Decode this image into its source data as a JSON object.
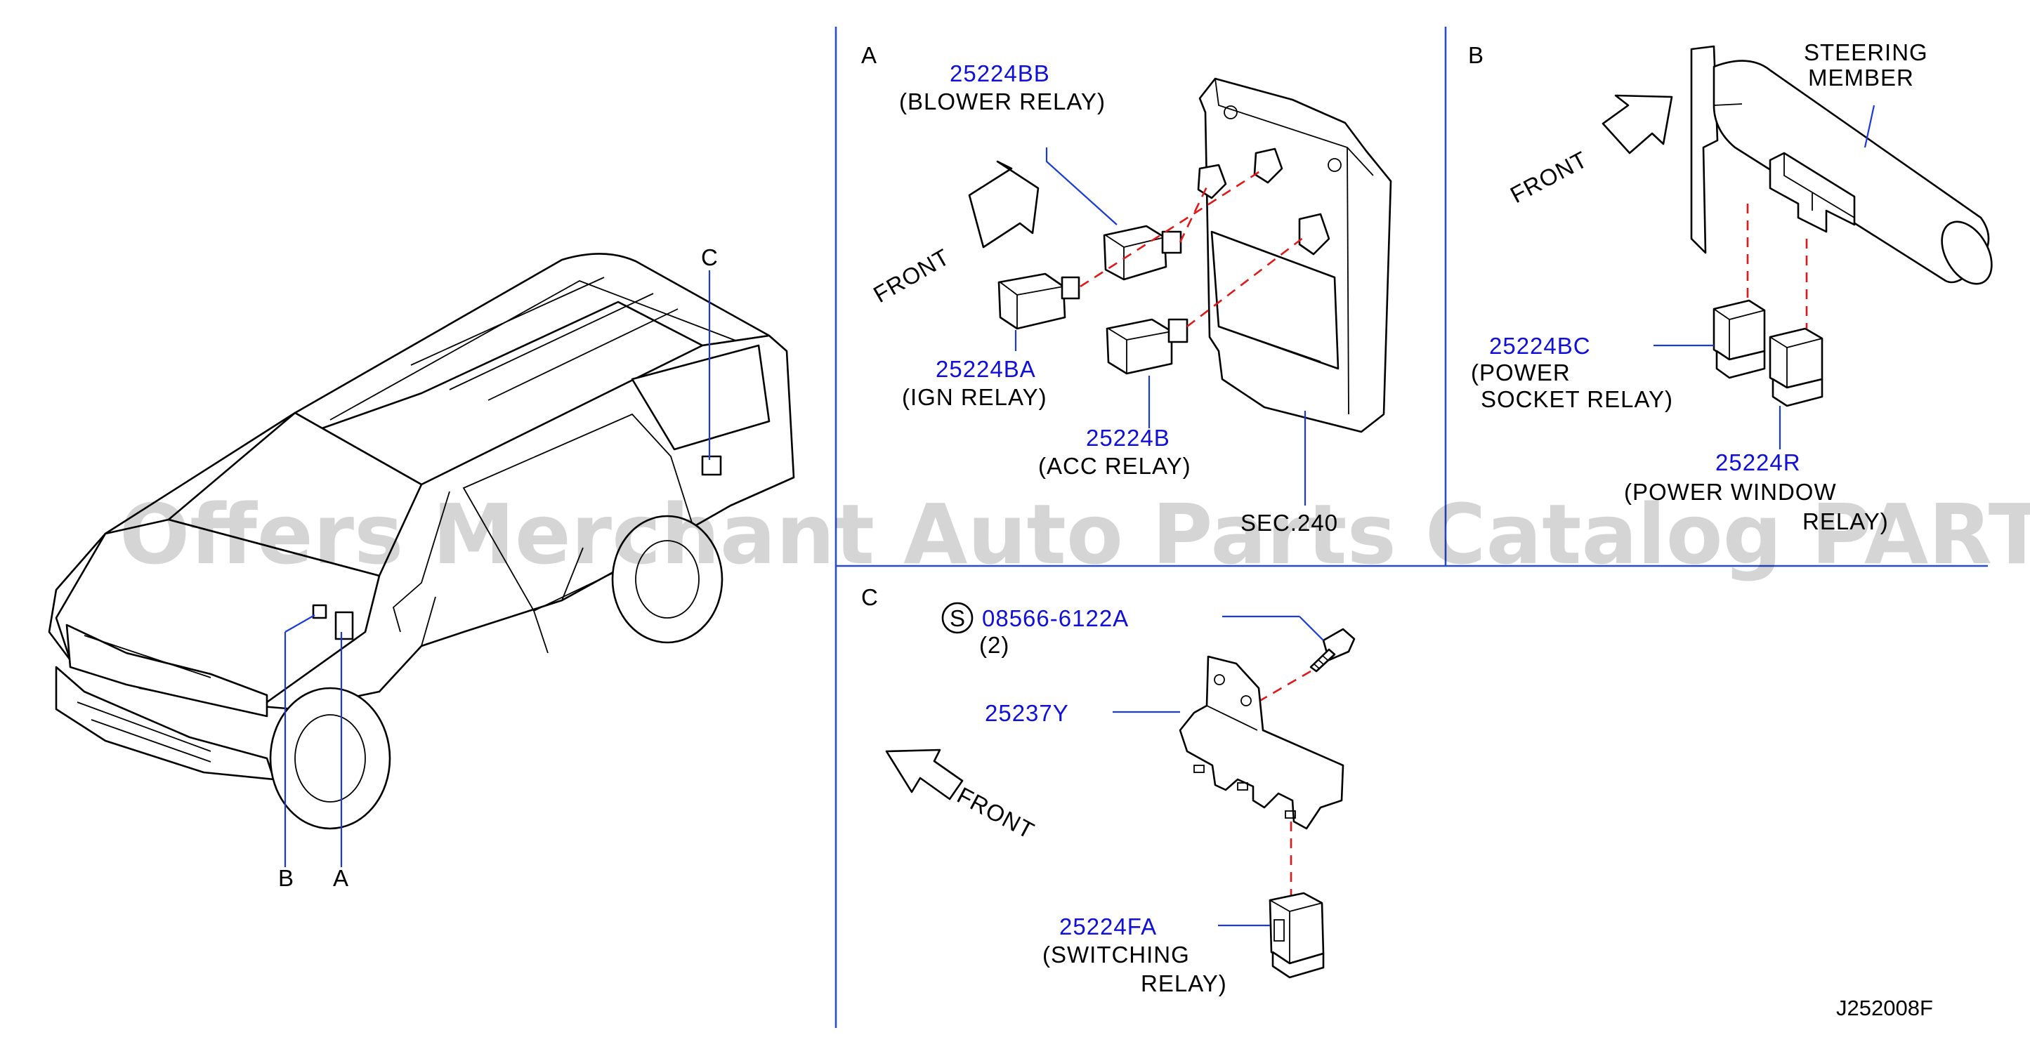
{
  "panels": {
    "overview": {
      "callout_c": "C",
      "callout_b": "B",
      "callout_a": "A"
    },
    "a": {
      "letter": "A",
      "front": "FRONT",
      "blower": {
        "part": "25224BB",
        "name": "(BLOWER   RELAY)"
      },
      "ign": {
        "part": "25224BA",
        "name": "(IGN   RELAY)"
      },
      "acc": {
        "part": "25224B",
        "name": "(ACC   RELAY)"
      },
      "sec": "SEC.240"
    },
    "b": {
      "letter": "B",
      "front": "FRONT",
      "steering_line1": "STEERING",
      "steering_line2": "MEMBER",
      "socket": {
        "part": "25224BC",
        "line1": "(POWER",
        "line2": "SOCKET   RELAY)"
      },
      "window": {
        "part": "25224R",
        "line1": "(POWER   WINDOW",
        "line2": "RELAY)"
      }
    },
    "c": {
      "letter": "C",
      "front": "FRONT",
      "screw": {
        "symbol": "S",
        "part": "08566-6122A",
        "qty": "(2)"
      },
      "bracket": {
        "part": "25237Y"
      },
      "switching": {
        "part": "25224FA",
        "line1": "(SWITCHING",
        "line2": "RELAY)"
      }
    }
  },
  "diagram_code": "J252008F",
  "watermark": "Offers Merchant Auto Parts Catalog PARTSTORE.SA",
  "colors": {
    "part_number": "#1010d8",
    "leader": "#1a3bd6",
    "divider": "#2a4bd0",
    "dashed_guide": "#e01818"
  }
}
